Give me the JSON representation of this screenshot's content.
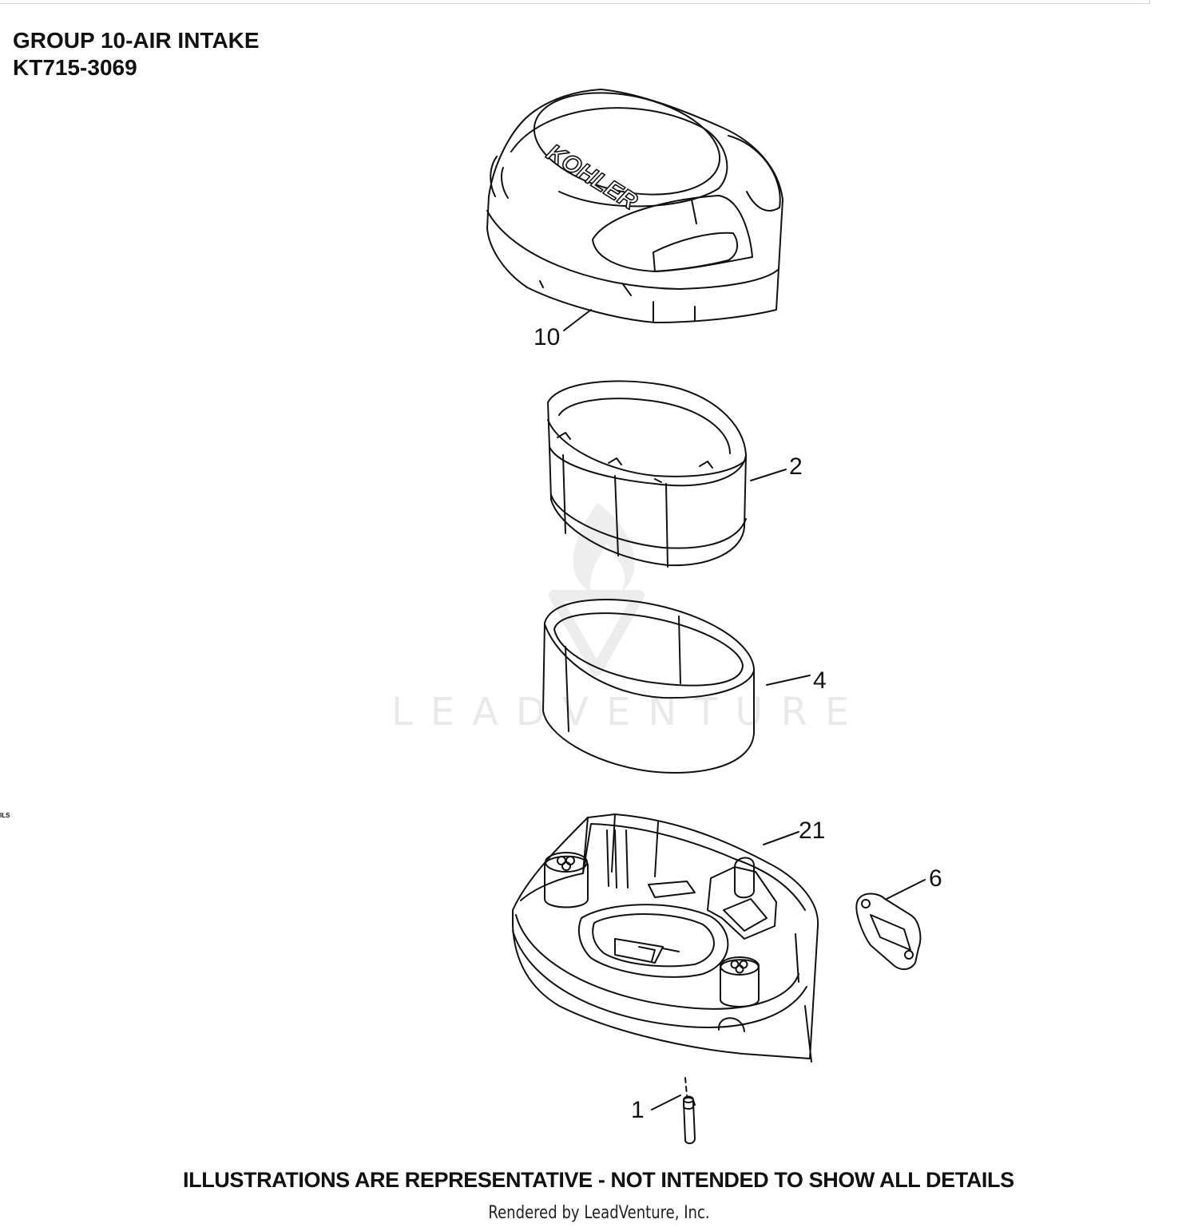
{
  "header": {
    "group_title": "GROUP 10-AIR INTAKE",
    "model_number": "KT715-3069"
  },
  "stub_text": "ILS",
  "cover_logo_text": "KOHLER",
  "watermark": {
    "text": "LEADVENTURE"
  },
  "callouts": [
    {
      "label": "10",
      "part": "air-cleaner-cover"
    },
    {
      "label": "2",
      "part": "air-filter-element"
    },
    {
      "label": "4",
      "part": "precleaner"
    },
    {
      "label": "21",
      "part": "air-cleaner-base"
    },
    {
      "label": "6",
      "part": "gasket"
    },
    {
      "label": "1",
      "part": "pin"
    }
  ],
  "footer": {
    "disclaimer": "ILLUSTRATIONS ARE REPRESENTATIVE - NOT INTENDED TO SHOW ALL DETAILS",
    "credit": "Rendered by LeadVenture, Inc."
  }
}
